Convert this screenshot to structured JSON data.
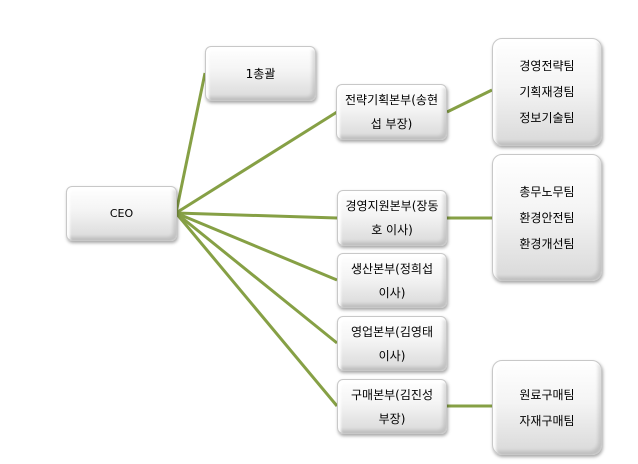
{
  "line_color": "#86a045",
  "ceo": {
    "label": "CEO"
  },
  "general": {
    "label": "1총괄"
  },
  "divisions": [
    {
      "label": "전략기획본부(송현섭 부장)"
    },
    {
      "label": "경영지원본부(장동호 이사)"
    },
    {
      "label": "생산본부(정희섭 이사)"
    },
    {
      "label": "영업본부(김영태 이사)"
    },
    {
      "label": "구매본부(김진성 부장)"
    }
  ],
  "team_groups": [
    {
      "teams": [
        "경영전략팀",
        "기획재경팀",
        "정보기술팀"
      ]
    },
    {
      "teams": [
        "총무노무팀",
        "환경안전팀",
        "환경개선팀"
      ]
    },
    {
      "teams": [
        "원료구매팀",
        "자재구매팀"
      ]
    }
  ]
}
